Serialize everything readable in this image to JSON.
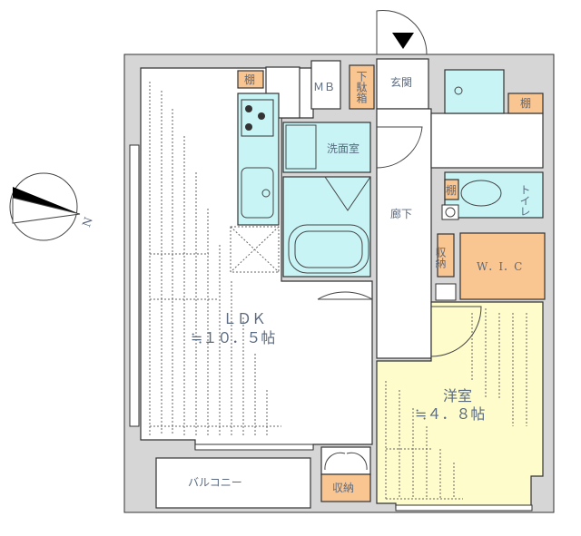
{
  "rooms": {
    "ldk_name": "ＬＤＫ",
    "ldk_size": "≒１０．５帖",
    "western_name": "洋室",
    "western_size": "≒４．８帖",
    "washroom": "洗面室",
    "corridor": "廊下",
    "entrance": "玄関",
    "toilet": "トイレ",
    "wic": "W．I．C",
    "balcony": "バルコニー",
    "mb": "ＭＢ",
    "shoe_box": "下駄箱",
    "shelf": "棚",
    "storage": "収納"
  },
  "compass": {
    "label": "N"
  },
  "colors": {
    "wet_area": "#c8f4f6",
    "storage": "#f9c591",
    "western_room": "#fefccb",
    "wall": "#d6d6d6"
  }
}
